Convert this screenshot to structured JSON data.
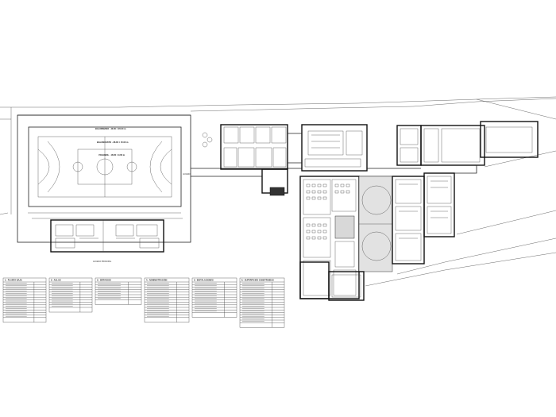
{
  "drawing": {
    "court_labels": [
      "BALONMANO · 40.00 × 20.00 m",
      "BALONCESTO · 28.00 × 15.00 m",
      "VOLEIBOL · 18.00 × 9.00 m"
    ],
    "access_label": "ACCESO PRINCIPAL",
    "entry_label": "ACCESO",
    "tables": [
      {
        "title": "1.- PLANTA BAJA",
        "rows": 14
      },
      {
        "title": "2.- AULAS",
        "rows": 10
      },
      {
        "title": "3.- SERVICIOS",
        "rows": 7
      },
      {
        "title": "4.- ADMINISTRACIÓN",
        "rows": 14
      },
      {
        "title": "5.- INSTALACIONES",
        "rows": 12
      },
      {
        "title": "6.- SUPERFICIES CONSTRUIDAS",
        "rows": 16
      }
    ]
  }
}
